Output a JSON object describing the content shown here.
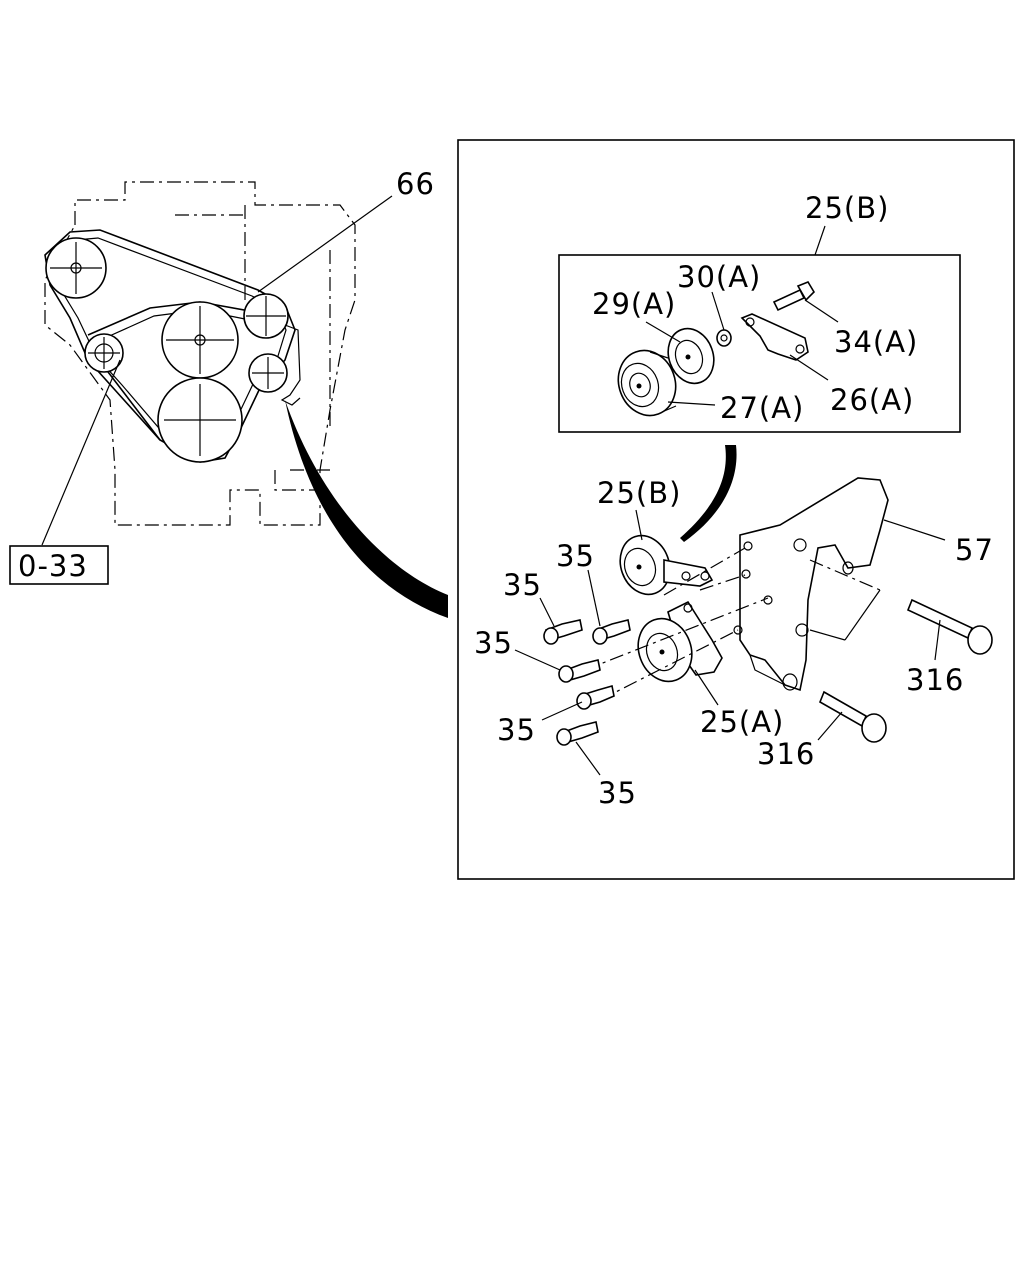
{
  "callouts": {
    "belt": "66",
    "ref_page": "0-33",
    "kit_top": "25(B)",
    "washer": "30(A)",
    "pulley_small": "29(A)",
    "bolt_kit": "34(A)",
    "pulley_large": "27(A)",
    "bracket_small": "26(A)",
    "idler_upper": "25(B)",
    "bracket_main": "57",
    "bolt_35_a": "35",
    "bolt_35_b": "35",
    "bolt_35_c": "35",
    "bolt_35_d": "35",
    "bolt_35_e": "35",
    "tensioner": "25(A)",
    "bolt_316_a": "316",
    "bolt_316_b": "316"
  }
}
